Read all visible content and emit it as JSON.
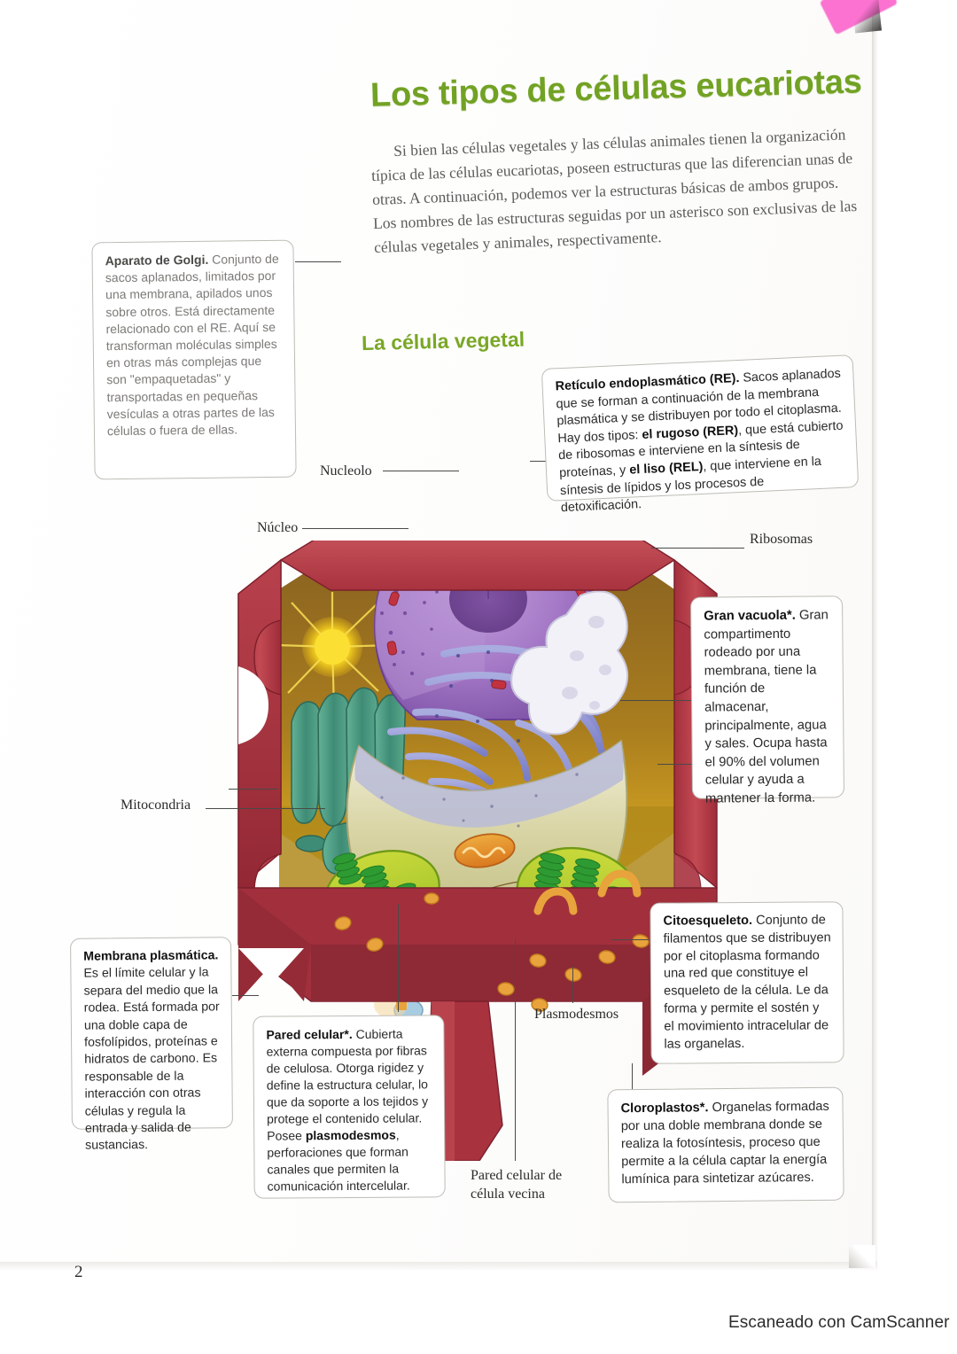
{
  "page": {
    "title": "Los tipos de células eucariotas",
    "intro": "Si bien las células vegetales y las células animales tienen la organización típica de las células eucariotas, poseen estructuras que las diferencian unas de otras. A continuación, podemos ver la estructuras básicas de ambos grupos. Los nombres de las estructuras seguidas por un asterisco son exclusivas de las células vegetales y animales, respectivamente.",
    "subtitle": "La célula vegetal",
    "page_number": "2",
    "watermark": "Escaneado con CamScanner"
  },
  "callouts": {
    "golgi": {
      "term": "Aparato de Golgi.",
      "body": " Conjunto de sacos aplanados, limitados por una membrana, apilados unos sobre otros. Está directamente relacionado con el RE. Aquí se transforman moléculas simples en otras más complejas que son \"empaquetadas\" y transportadas en pequeñas vesículas a otras partes de las células o fuera de ellas."
    },
    "reticulo": {
      "term": "Retículo endoplasmático (RE).",
      "body_1": " Sacos aplanados que se forman a continuación de la membrana plasmática y se distribuyen por todo el citoplasma. Hay dos tipos: ",
      "bold_1": "el rugoso (RER)",
      "body_2": ", que está cubierto de ribosomas e interviene en la síntesis de proteínas, y ",
      "bold_2": "el liso (REL)",
      "body_3": ", que interviene en la síntesis de lípidos y los procesos de detoxificación."
    },
    "vacuola": {
      "term": "Gran vacuola*.",
      "body": " Gran compartimento rodeado por una membrana, tiene la función de almacenar, principalmente, agua y sales. Ocupa hasta el 90% del volumen celular y ayuda a mantener la forma."
    },
    "membrana": {
      "term": "Membrana plasmática.",
      "body": " Es el límite celular y la separa del medio que la rodea. Está formada por una doble capa de fosfolípidos, proteínas e hidratos de carbono. Es responsable de la interacción con otras células y regula la entrada y salida de sustancias."
    },
    "pared": {
      "term": "Pared celular*.",
      "body_1": " Cubierta externa compuesta por fibras de celulosa. Otorga rigidez y define la estructura celular, lo que da soporte a los tejidos y protege el contenido celular. Posee ",
      "bold_1": "plasmodesmos",
      "body_2": ", perforaciones que forman canales que permiten la comunicación intercelular."
    },
    "citoesqueleto": {
      "term": "Citoesqueleto.",
      "body": " Conjunto de filamentos que se distribuyen por el citoplasma formando una red que constituye el esqueleto de la célula. Le da forma y permite el sostén y el movimiento intracelular de las organelas."
    },
    "cloroplastos": {
      "term": "Cloroplastos*.",
      "body": " Organelas formadas por una doble membrana donde se realiza la fotosíntesis, proceso que permite a la célula captar la energía lumínica para sintetizar azúcares."
    }
  },
  "labels": {
    "nucleolo": "Nucleolo",
    "nucleo": "Núcleo",
    "ribosomas": "Ribosomas",
    "mitocondria": "Mitocondria",
    "plasmodesmos": "Plasmodesmos",
    "pared_vecina": "Pared celular de célula vecina"
  },
  "colors": {
    "title_green": "#72a224",
    "subtitle_green": "#7aa726",
    "cell_wall_crimson": "#b43a46",
    "cell_wall_dark": "#8f2733",
    "nucleus_purple": "#9a6fc0",
    "rer_blue": "#8f93d6",
    "golgi_teal": "#4d9b84",
    "vacuole_cream": "#cfcb96",
    "chloroplast_green": "#2e9b32",
    "cytoplasm_yellow": "#f3b81b",
    "mitochondria_orange": "#e8821f",
    "pore_orange": "#e8a33c"
  }
}
